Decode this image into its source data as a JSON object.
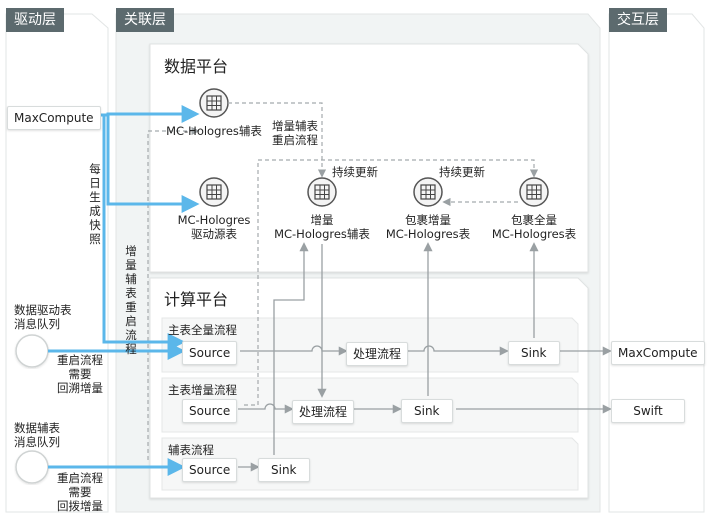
{
  "layers": {
    "drive": "驱动层",
    "assoc": "关联层",
    "interact": "交互层"
  },
  "platforms": {
    "data": "数据平台",
    "compute": "计算平台"
  },
  "drive_items": {
    "maxcompute": "MaxCompute",
    "snapshot": "每日生成快照",
    "queue1_line1": "数据驱动表",
    "queue1_line2": "消息队列",
    "queue1_note_l1": "重启流程",
    "queue1_note_l2": "需要",
    "queue1_note_l3": "回溯增量",
    "queue2_line1": "数据辅表",
    "queue2_line2": "消息队列",
    "queue2_note_l1": "重启流程",
    "queue2_note_l2": "需要",
    "queue2_note_l3": "回拨增量"
  },
  "tables": {
    "aux": "MC-Hologres辅表",
    "drive_l1": "MC-Hologres",
    "drive_l2": "驱动源表",
    "inc_aux_l1": "增量",
    "inc_aux_l2": "MC-Hologres辅表",
    "pkg_inc_l1": "包裹增量",
    "pkg_inc_l2": "MC-Hologres表",
    "pkg_full_l1": "包裹全量",
    "pkg_full_l2": "MC-Hologres表"
  },
  "annotations": {
    "restart_l1": "增量辅表",
    "restart_l2": "重启流程",
    "vertical_restart": "增量辅表重启流程",
    "update1": "持续更新",
    "update2": "持续更新"
  },
  "flows": {
    "main_full": "主表全量流程",
    "main_inc": "主表增量流程",
    "aux": "辅表流程"
  },
  "nodes": {
    "source1": "Source",
    "process1": "处理流程",
    "sink1": "Sink",
    "source2": "Source",
    "process2": "处理流程",
    "sink2": "Sink",
    "source3": "Source",
    "sink3": "Sink"
  },
  "outputs": {
    "maxcompute": "MaxCompute",
    "swift": "Swift"
  },
  "colors": {
    "layer_tag": "#5c6a6e",
    "highlight_arrow": "#5bb7ea",
    "gray_arrow": "#9aa0a3",
    "panel": "#f6f7f7"
  }
}
